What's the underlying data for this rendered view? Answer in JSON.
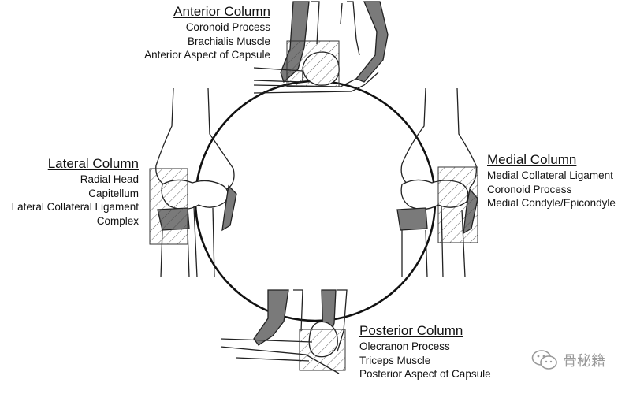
{
  "columns": {
    "anterior": {
      "title": "Anterior Column",
      "items": [
        "Coronoid Process",
        "Brachialis Muscle",
        "Anterior Aspect of Capsule"
      ]
    },
    "lateral": {
      "title": "Lateral Column",
      "items": [
        "Radial Head",
        "Capitellum",
        "Lateral Collateral Ligament",
        "Complex"
      ]
    },
    "medial": {
      "title": "Medial Column",
      "items": [
        "Medial Collateral Ligament",
        "Coronoid Process",
        "Medial Condyle/Epicondyle"
      ]
    },
    "posterior": {
      "title": "Posterior Column",
      "items": [
        "Olecranon Process",
        "Triceps Muscle",
        "Posterior Aspect of Capsule"
      ]
    }
  },
  "watermark": {
    "text": "骨秘籍",
    "icon": "wechat-icon"
  },
  "colors": {
    "ink": "#111111",
    "shade": "#7a7a7a",
    "hatch_box": "#333333",
    "watermark": "#9a9a9a"
  }
}
